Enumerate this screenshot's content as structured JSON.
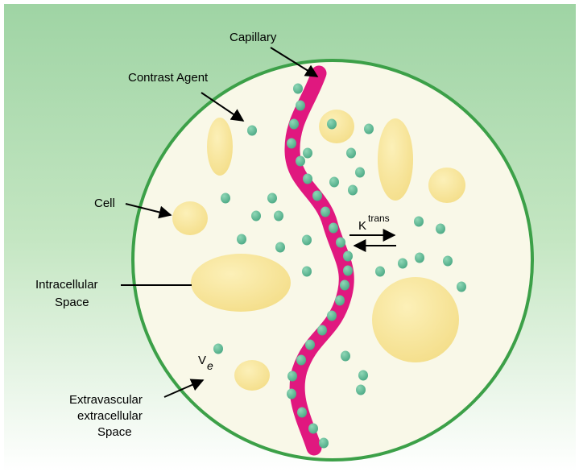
{
  "colors": {
    "background_top": "#9fd4a4",
    "background_bottom": "#ffffff",
    "cell_fill": "#f9f8e8",
    "cell_border": "#3ca048",
    "capillary": "#e0187f",
    "contrast_agent": "#62bd98",
    "cell": "#f9e59a"
  },
  "labels": {
    "capillary": "Capillary",
    "contrast_agent": "Contrast Agent",
    "cell": "Cell",
    "intracellular_line1": "Intracellular",
    "intracellular_line2": "Space",
    "ktrans_main": "K",
    "ktrans_sup": "trans",
    "ve_main": "V",
    "ve_sub": "e",
    "ees_line1": "Extravascular",
    "ees_line2": "extracellular",
    "ees_line3": "Space"
  }
}
